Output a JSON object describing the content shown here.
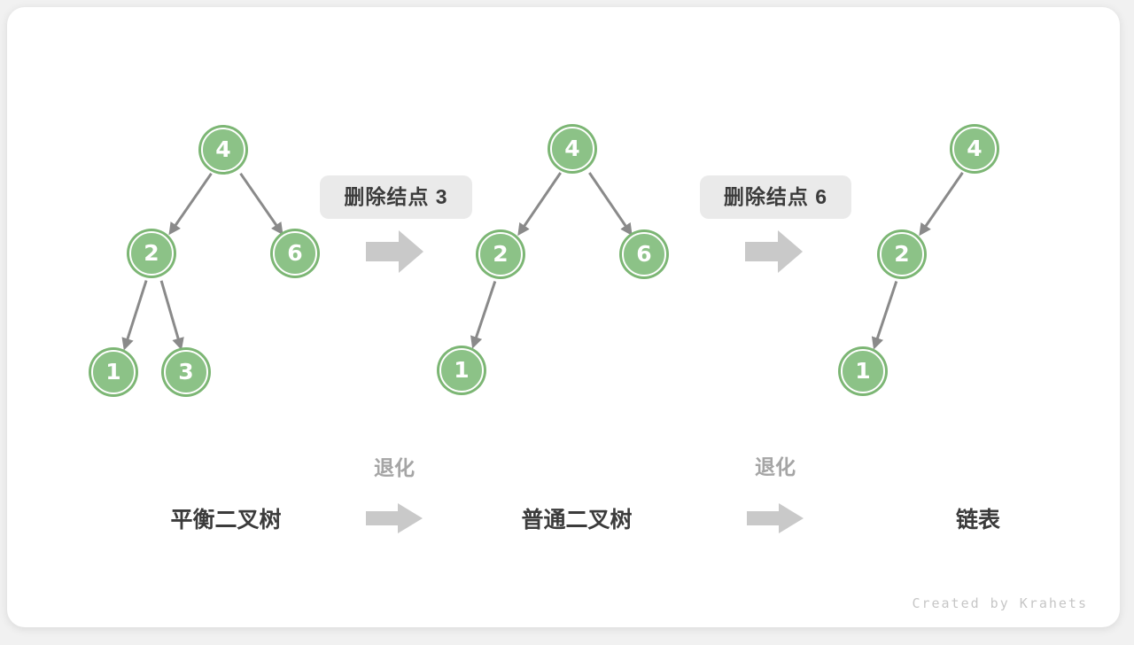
{
  "diagram": {
    "trees": [
      {
        "label": "平衡二叉树",
        "nodes": [
          {
            "value": "4"
          },
          {
            "value": "2"
          },
          {
            "value": "6"
          },
          {
            "value": "1"
          },
          {
            "value": "3"
          }
        ],
        "edges": [
          "4→2",
          "4→6",
          "2→1",
          "2→3"
        ]
      },
      {
        "label": "普通二叉树",
        "nodes": [
          {
            "value": "4"
          },
          {
            "value": "2"
          },
          {
            "value": "6"
          },
          {
            "value": "1"
          }
        ],
        "edges": [
          "4→2",
          "4→6",
          "2→1"
        ]
      },
      {
        "label": "链表",
        "nodes": [
          {
            "value": "4"
          },
          {
            "value": "2"
          },
          {
            "value": "1"
          }
        ],
        "edges": [
          "4→2",
          "2→1"
        ]
      }
    ],
    "transitions": [
      {
        "box_label": "删除结点 3",
        "arrow_label": "退化"
      },
      {
        "box_label": "删除结点 6",
        "arrow_label": "退化"
      }
    ],
    "credit": "Created by Krahets"
  },
  "colors": {
    "node_fill": "#8cc287",
    "node_ring": "#7cb674",
    "node_text": "#ffffff",
    "tree_edge": "#8a8a8a",
    "op_box_bg": "#eaeaea",
    "fat_arrow": "#c9c9c9",
    "dark_text": "#3b3b3b",
    "gray_text": "#a5a5a5",
    "credit_text": "#c6c6c6",
    "card_bg": "#ffffff",
    "page_bg": "#f1f1f1"
  }
}
